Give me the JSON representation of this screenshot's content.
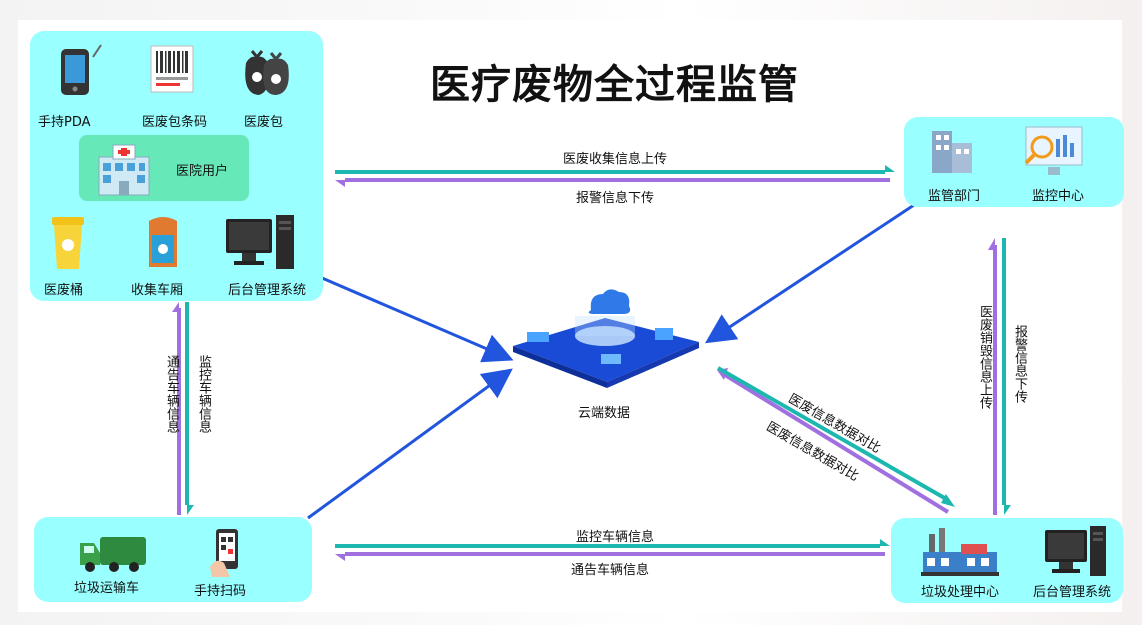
{
  "title": "医疗废物全过程监管",
  "hospital": {
    "pda": "手持PDA",
    "barcode": "医废包条码",
    "bag": "医废包",
    "user": "医院用户",
    "bin": "医废桶",
    "carriage": "收集车厢",
    "backend": "后台管理系统"
  },
  "regulator": {
    "dept": "监管部门",
    "center": "监控中心"
  },
  "transport": {
    "truck": "垃圾运输车",
    "scan": "手持扫码"
  },
  "plant": {
    "center": "垃圾处理中心",
    "backend": "后台管理系统"
  },
  "cloud": {
    "label": "云端数据"
  },
  "flows": {
    "top_upload": "医废收集信息上传",
    "top_alarm": "报警信息下传",
    "left_monitor": "监控车辆信息",
    "left_notice": "通告车辆信息",
    "bottom_monitor": "监控车辆信息",
    "bottom_notice": "通告车辆信息",
    "right_alarm": "报警信息下传",
    "right_destroy": "医废销毁信息上传",
    "diag_compare_1": "医废信息数据对比",
    "diag_compare_2": "医废信息数据对比"
  },
  "colors": {
    "panel": "#99ffff",
    "teal_arrow": "#1cb8b0",
    "purple_arrow": "#a070e0",
    "blue_arrow": "#2255dd"
  }
}
